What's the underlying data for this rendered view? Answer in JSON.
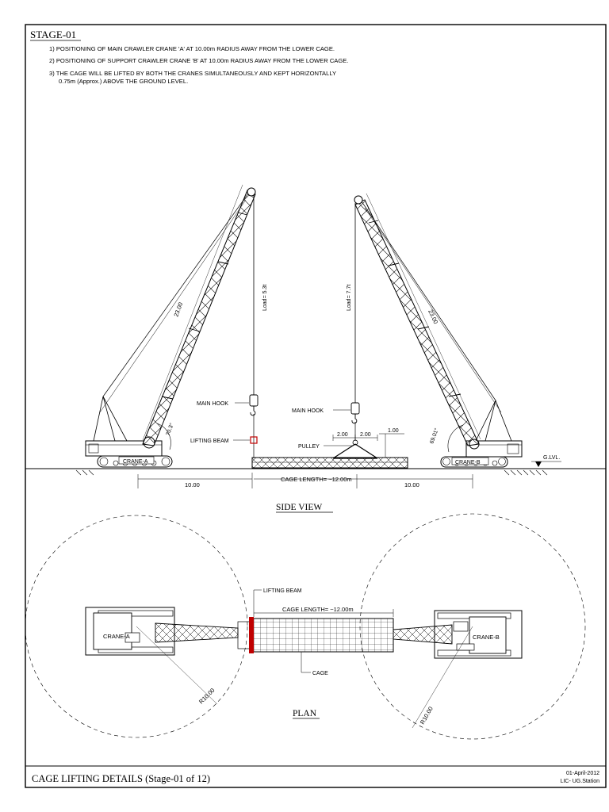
{
  "header": {
    "stage_title": "STAGE-01",
    "notes": [
      "1)  POSITIONING OF MAIN CRAWLER CRANE 'A' AT 10.00m RADIUS AWAY FROM THE LOWER CAGE.",
      "2)  POSITIONING OF SUPPORT CRAWLER CRANE 'B' AT 10.00m RADIUS AWAY FROM THE LOWER CAGE.",
      "3)  THE CAGE WILL BE LIFTED BY BOTH THE CRANES SIMULTANEOUSLY AND KEPT HORIZONTALLY",
      "0.75m (Approx.) ABOVE THE GROUND LEVEL."
    ]
  },
  "side_view": {
    "title": "SIDE VIEW",
    "crane_a": {
      "name": "CRANE-A",
      "boom_length": "23.00",
      "angle": "70.3°",
      "load": "Load= 5.3t",
      "hook_label": "MAIN HOOK",
      "beam_label": "LIFTING BEAM"
    },
    "crane_b": {
      "name": "CRANE-B",
      "boom_length": "23.00",
      "angle": "69.01°",
      "load": "Load= 7.7t",
      "hook_label": "MAIN HOOK",
      "pulley_label": "PULLEY",
      "dim_left": "2.00",
      "dim_right": "2.00",
      "dim_height": "1.00"
    },
    "ground_label": "G.LVL.",
    "dim_left": "10.00",
    "dim_right": "10.00",
    "cage_length": "CAGE LENGTH= ~12.00m"
  },
  "plan_view": {
    "title": "PLAN",
    "crane_a_label": "CRANE-A",
    "crane_b_label": "CRANE-B",
    "beam_label": "LIFTING BEAM",
    "cage_length": "CAGE LENGTH= ~12.00m",
    "cage_label": "CAGE",
    "radius_a": "R10.00",
    "radius_b": "R10.00"
  },
  "title_block": {
    "title": "CAGE LIFTING DETAILS (Stage-01 of 12)",
    "date": "01-April-2012",
    "project": "LIC-  UG.Station"
  },
  "colors": {
    "ink": "#000000",
    "lifting_beam": "#c00000",
    "paper": "#ffffff"
  }
}
